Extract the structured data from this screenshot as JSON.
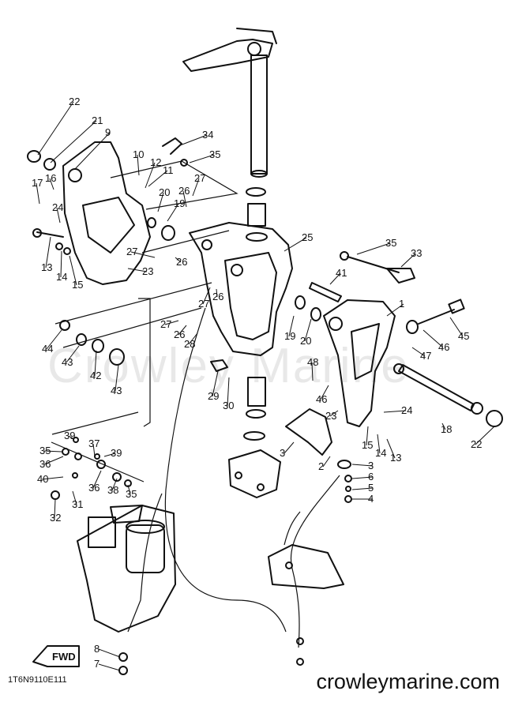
{
  "diagram_code": "1T6N9110E111",
  "website": "crowleymarine.com",
  "watermark": "Crowley Marine",
  "fwd_label": "FWD",
  "callouts": [
    "22",
    "21",
    "9",
    "10",
    "12",
    "11",
    "34",
    "35",
    "17",
    "16",
    "20",
    "26",
    "27",
    "24",
    "19",
    "13",
    "14",
    "15",
    "27",
    "26",
    "23",
    "33",
    "35",
    "25",
    "41",
    "1",
    "45",
    "46",
    "47",
    "19",
    "20",
    "27",
    "26",
    "44",
    "43",
    "42",
    "43",
    "27",
    "26",
    "28",
    "48",
    "46",
    "24",
    "23",
    "29",
    "30",
    "15",
    "14",
    "13",
    "18",
    "22",
    "3",
    "39",
    "37",
    "35",
    "36",
    "39",
    "40",
    "38",
    "35",
    "36",
    "31",
    "32",
    "2",
    "3",
    "6",
    "5",
    "4",
    "8",
    "7"
  ]
}
